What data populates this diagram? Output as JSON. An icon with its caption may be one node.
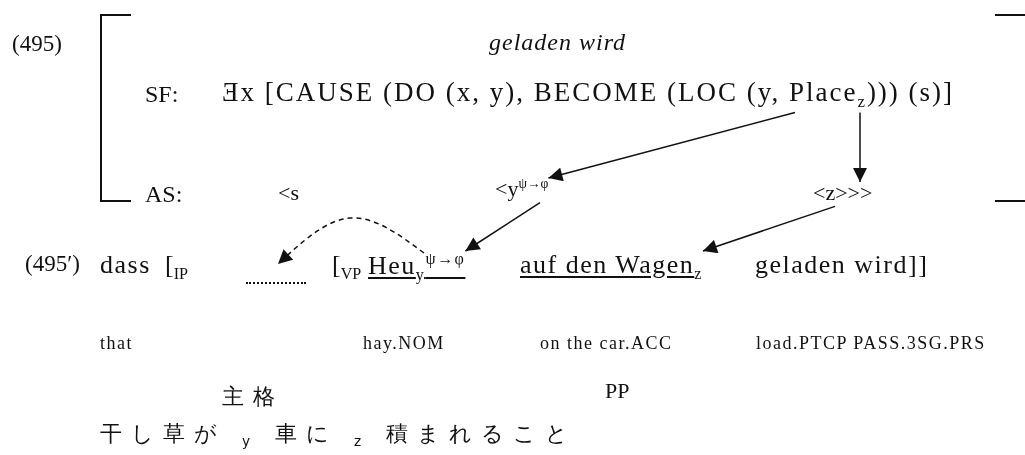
{
  "diagram": {
    "nodes": [
      {
        "text": [
          "geladen wird"
        ],
        "beside": [
          "(495)"
        ]
      },
      {
        "text": [
          "Ǝx [CAUSE (DO (x, y), BECOME (LOC (y, Place$_{z}$))) (s)]"
        ],
        "in": 0
      },
      {
        "text": [
          "<s"
        ],
        "in": 0
      },
      {
        "text": [
          "<y$^{ψ→φ}$"
        ],
        "in": 0
      },
      {
        "text": [
          "<z>>>"
        ],
        "in": 0
      },
      {
        "text": [],
        "shape": "line"
      },
      {
        "text": [
          "Heu$_{y}$$^{ψ→φ}$"
        ]
      },
      {
        "text": [
          "auf den Wagen$_{z}$"
        ]
      }
    ],
    "edges": [
      {
        "from": 1,
        "to": 3,
        "arrow": "to"
      },
      {
        "from": 1,
        "to": 4,
        "arrow": "to"
      },
      {
        "from": 3,
        "to": 6,
        "arrow": "to"
      },
      {
        "from": 4,
        "to": 7,
        "arrow": "to"
      },
      {
        "from": 6,
        "to": 5,
        "arrow": "to",
        "style": "dashed"
      }
    ],
    "labels": [
      "SF:",
      "AS:",
      "(495′)",
      "dass",
      "[$_{IP}$",
      "[$_{VP}$",
      "geladen wird]]",
      "that",
      "hay.NOM",
      "on the car.ACC",
      "load.PTCP PASS.3SG.PRS",
      "主格",
      "PP",
      "干し草が $_{y}$ 車に $_{z}$ 積まれること"
    ]
  }
}
